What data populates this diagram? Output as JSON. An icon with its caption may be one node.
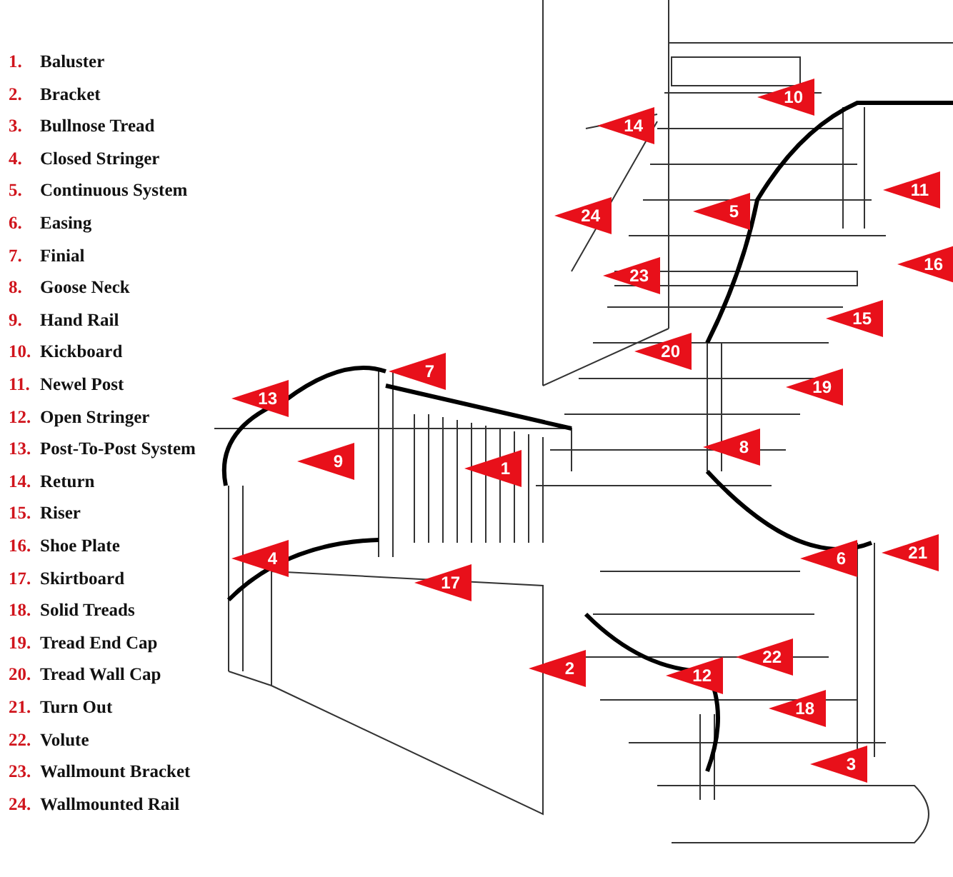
{
  "diagram": {
    "labels": [
      "1.",
      "Baluster",
      "2.",
      "Bracket",
      "3.",
      "Bullnose Tread",
      "4.",
      "Closed Stringer",
      "5.",
      "Continuous System",
      "6.",
      "Easing",
      "7.",
      "Finial",
      "8.",
      "Goose Neck",
      "9.",
      "Hand Rail",
      "10.",
      "Kickboard",
      "11.",
      "Newel Post",
      "12.",
      "Open Stringer",
      "13.",
      "Post-To-Post System",
      "14.",
      "Return",
      "15.",
      "Riser",
      "16.",
      "Shoe Plate",
      "17.",
      "Skirtboard",
      "18.",
      "Solid Treads",
      "19.",
      "Tread End Cap",
      "20.",
      "Tread Wall Cap",
      "21.",
      "Turn Out",
      "22.",
      "Volute",
      "23.",
      "Wallmount Bracket",
      "24.",
      "Wallmounted  Rail",
      "10",
      "14",
      "11",
      "24",
      "5",
      "16",
      "23",
      "15",
      "20",
      "7",
      "19",
      "13",
      "8",
      "1",
      "9",
      "6",
      "21",
      "4",
      "17",
      "22",
      "2",
      "12",
      "18",
      "3"
    ]
  }
}
